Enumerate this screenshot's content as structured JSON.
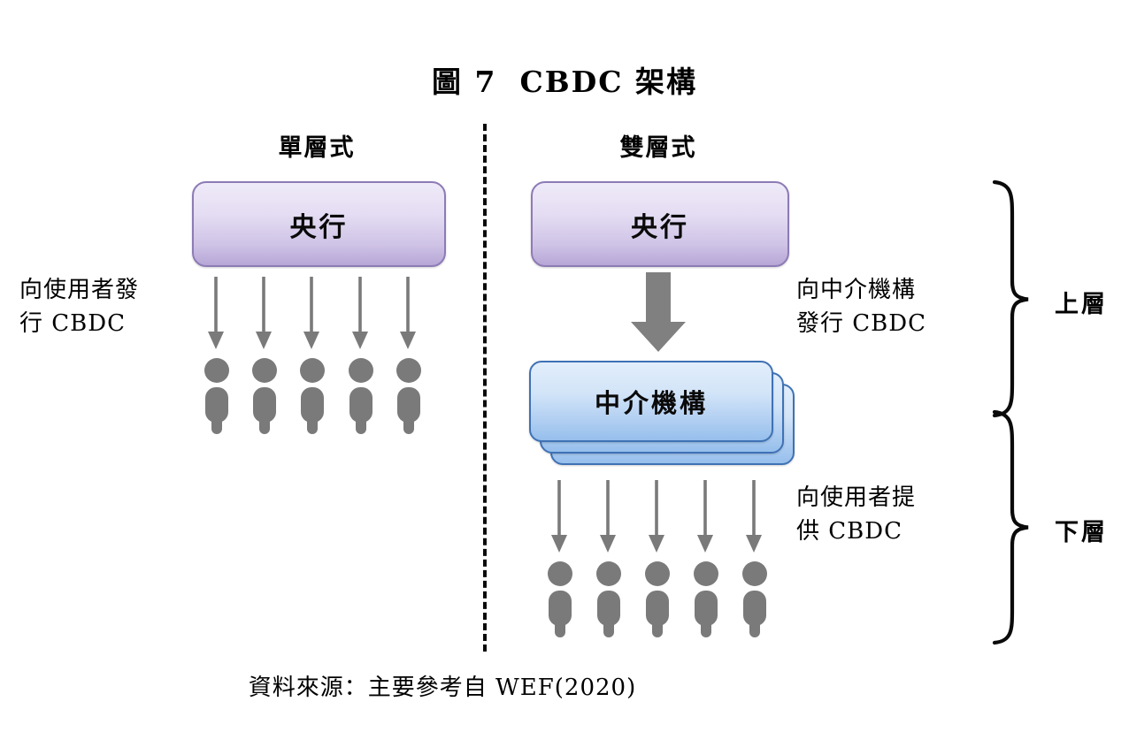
{
  "figure": {
    "title_number": "圖 7",
    "title_text": "CBDC 架構",
    "source_note": "資料來源：主要參考自 WEF(2020)",
    "divider": "dashed-vertical-divider"
  },
  "colors": {
    "central_bank_box_fill_top": "#efeaf8",
    "central_bank_box_fill_bottom": "#b6a6d6",
    "central_bank_box_border": "#8d7bb5",
    "intermediary_box_fill_top": "#e2eefb",
    "intermediary_box_fill_bottom": "#96bfec",
    "intermediary_box_border": "#3f72b5",
    "arrow_gray": "#7a7a7a",
    "person_gray": "#7a7a7a",
    "block_arrow_gray": "#808080",
    "divider_black": "#0a0a0a"
  },
  "columns": [
    {
      "id": "single-tier",
      "header": "單層式",
      "central_bank_label": "央行",
      "flow_label_lines": [
        "向使用者發",
        "行 CBDC"
      ],
      "flow_label_full": "向使用者發行 CBDC",
      "user_count": 5,
      "arrow_count": 5
    },
    {
      "id": "two-tier",
      "header": "雙層式",
      "central_bank_label": "央行",
      "intermediary_label": "中介機構",
      "intermediary_stack_count": 3,
      "upper_flow_label_lines": [
        "向中介機構",
        "發行 CBDC"
      ],
      "upper_flow_label_full": "向中介機構發行 CBDC",
      "lower_flow_label_lines": [
        "向使用者提",
        "供 CBDC"
      ],
      "lower_flow_label_full": "向使用者提供 CBDC",
      "user_count": 5,
      "arrow_count": 5
    }
  ],
  "braces": [
    {
      "id": "upper-tier",
      "label": "上層"
    },
    {
      "id": "lower-tier",
      "label": "下層"
    }
  ],
  "chart_data": {
    "type": "diagram",
    "title": "圖 7　CBDC 架構",
    "subtype": "two-panel architecture comparison",
    "panels": [
      {
        "name": "單層式",
        "nodes": [
          "央行",
          "使用者 ×5"
        ],
        "edges": [
          {
            "from": "央行",
            "to": "使用者",
            "label": "向使用者發行 CBDC",
            "count": 5,
            "style": "thin-arrow"
          }
        ]
      },
      {
        "name": "雙層式",
        "nodes": [
          "央行",
          "中介機構 ×3",
          "使用者 ×5"
        ],
        "edges": [
          {
            "from": "央行",
            "to": "中介機構",
            "label": "向中介機構發行 CBDC",
            "count": 1,
            "style": "block-arrow"
          },
          {
            "from": "中介機構",
            "to": "使用者",
            "label": "向使用者提供 CBDC",
            "count": 5,
            "style": "thin-arrow"
          }
        ],
        "tiers": [
          "上層",
          "下層"
        ]
      }
    ],
    "source": "資料來源：主要參考自 WEF(2020)"
  }
}
